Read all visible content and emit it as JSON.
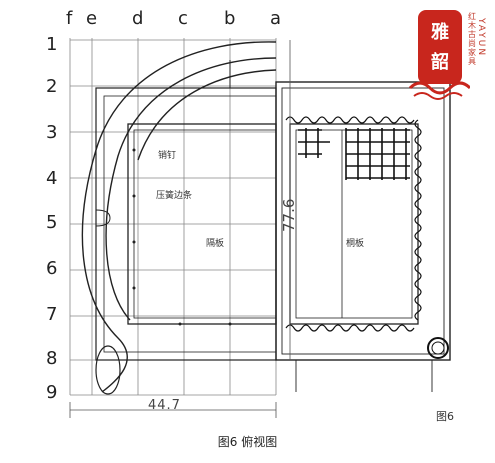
{
  "columns": [
    "f",
    "e",
    "d",
    "c",
    "b",
    "a"
  ],
  "rows": [
    "1",
    "2",
    "3",
    "4",
    "5",
    "6",
    "7",
    "8",
    "9"
  ],
  "annotations": {
    "nail": "销钉",
    "tenon_edge": "压簧边条",
    "panel_left": "隔板",
    "panel_right": "桐板"
  },
  "dimensions": {
    "depth": "77.6",
    "width": "44.7"
  },
  "figure_tag": "图6",
  "caption": "图6 俯视图",
  "logo": {
    "char_top": "雅",
    "char_bottom": "韶",
    "side_text": "红木古尚家具",
    "latin": "YAYUN",
    "color": "#c8261d"
  }
}
